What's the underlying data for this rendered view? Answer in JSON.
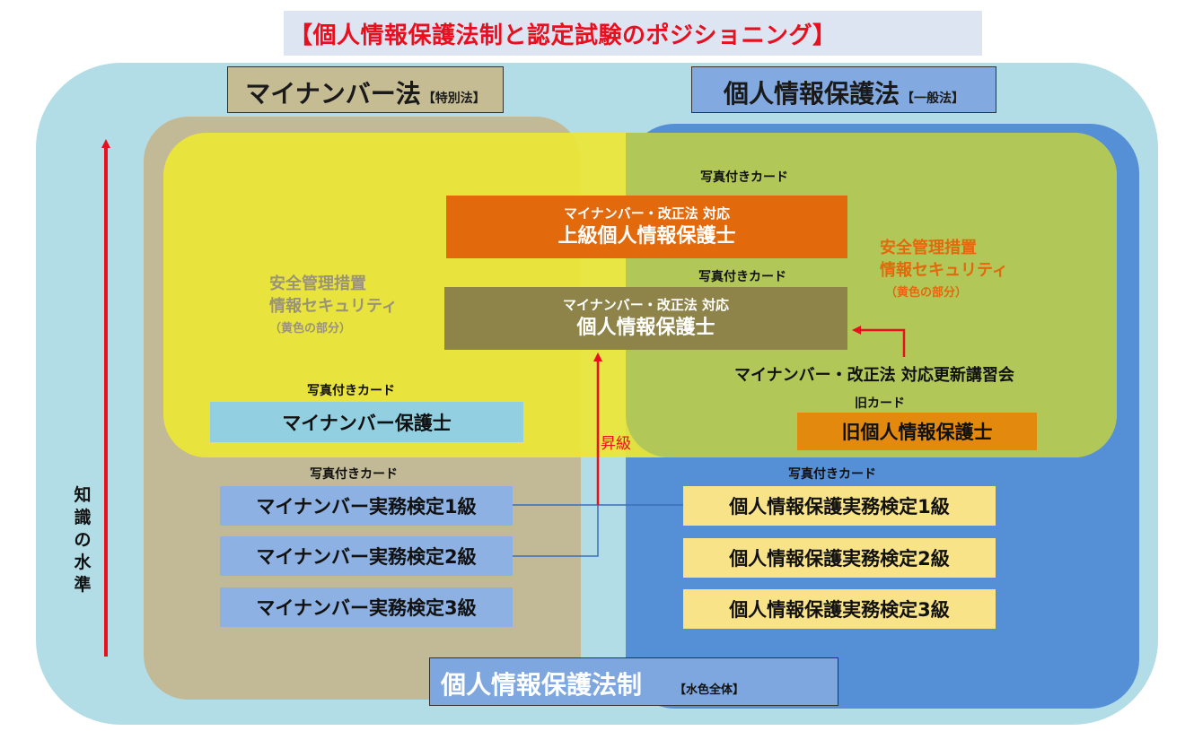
{
  "title": "【個人情報保護法制と認定試験のポジショニング】",
  "mynumber_law": {
    "label": "マイナンバー法",
    "tag": "【特別法】"
  },
  "privacy_law": {
    "label": "個人情報保護法",
    "tag": "【一般法】"
  },
  "left_safety": {
    "line1": "安全管理措置",
    "line2": "情報セキュリティ",
    "note": "（黄色の部分）"
  },
  "right_safety": {
    "line1": "安全管理措置",
    "line2": "情報セキュリティ",
    "note": "（黄色の部分）"
  },
  "advanced": {
    "caption": "写真付きカード",
    "sub": "マイナンバー・改正法 対応",
    "main": "上級個人情報保護士"
  },
  "standard": {
    "caption": "写真付きカード",
    "sub": "マイナンバー・改正法 対応",
    "main": "個人情報保護士"
  },
  "renewal": {
    "label": "マイナンバー・改正法 対応更新講習会"
  },
  "mn_guardian": {
    "caption": "写真付きカード",
    "label": "マイナンバー保護士"
  },
  "old": {
    "caption": "旧カード",
    "label": "旧個人情報保護士"
  },
  "promotion": "昇級",
  "mn_exams": {
    "caption": "写真付きカード",
    "grade1": "マイナンバー実務検定1級",
    "grade2": "マイナンバー実務検定2級",
    "grade3": "マイナンバー実務検定3級"
  },
  "pi_exams": {
    "caption": "写真付きカード",
    "grade1": "個人情報保護実務検定1級",
    "grade2": "個人情報保護実務検定2級",
    "grade3": "個人情報保護実務検定3級"
  },
  "knowledge_axis": "知識の水準",
  "system": {
    "label": "個人情報保護法制",
    "note": "【水色全体】"
  },
  "colors": {
    "title_red": "#e8101e",
    "outer": "#b3dde6",
    "tan": "#c2b996",
    "blue": "#5590d6",
    "yellow": "#ece637",
    "green": "#b1c859",
    "orange": "#e2690c",
    "olive": "#8e8449",
    "safety_grey": "#9a9477",
    "safety_orange": "#e2690c"
  }
}
